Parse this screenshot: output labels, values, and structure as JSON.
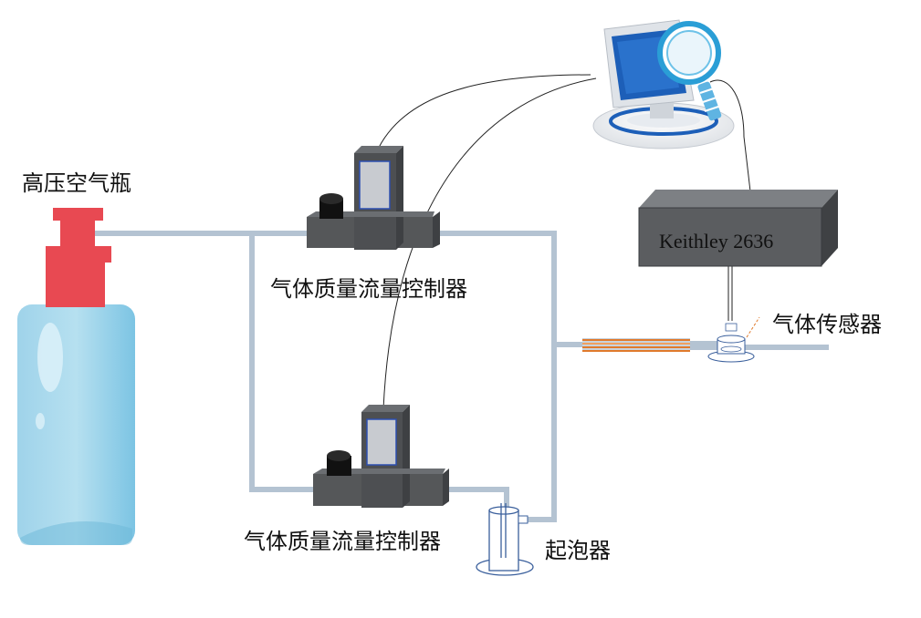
{
  "labels": {
    "air_cylinder": "高压空气瓶",
    "mfc_top": "气体质量流量控制器",
    "mfc_bottom": "气体质量流量控制器",
    "bubbler": "起泡器",
    "gas_sensor": "气体传感器",
    "keithley": "Keithley 2636"
  },
  "icons": {
    "computer": "computer-with-magnifier-icon",
    "cylinder": "gas-cylinder-icon"
  },
  "colors": {
    "pipe": "#b4c3d2",
    "cylinder_body": "#a9d9ec",
    "cylinder_valve": "#e84952",
    "device_body": "#555759",
    "device_screen": "#c8cbd0",
    "screen_border": "#2c4fb0",
    "keithley_front": "#595b5e",
    "heater_tube": "#e07a2c",
    "computer_blue": "#1d5fb8"
  }
}
